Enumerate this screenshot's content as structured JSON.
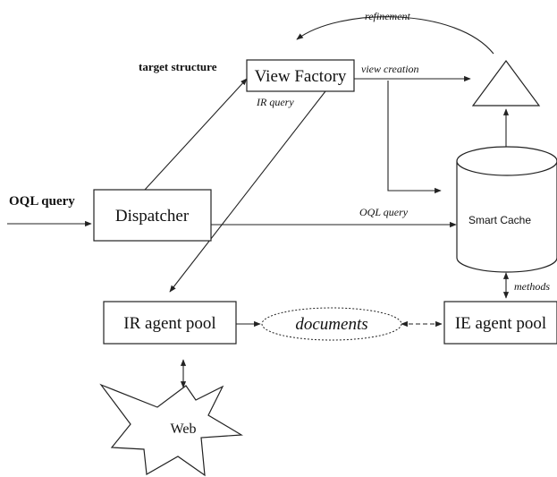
{
  "nodes": {
    "view_factory": "View Factory",
    "dispatcher": "Dispatcher",
    "ir_agent_pool": "IR agent pool",
    "ie_agent_pool": "IE agent pool",
    "documents": "documents",
    "smart_cache": "Smart Cache",
    "web": "Web"
  },
  "labels": {
    "oql_query_input": "OQL query",
    "target_structure": "target structure",
    "refinement": "refinement",
    "view_creation": "view creation",
    "ir_query": "IR query",
    "oql_query_edge": "OQL query",
    "methods": "methods"
  }
}
